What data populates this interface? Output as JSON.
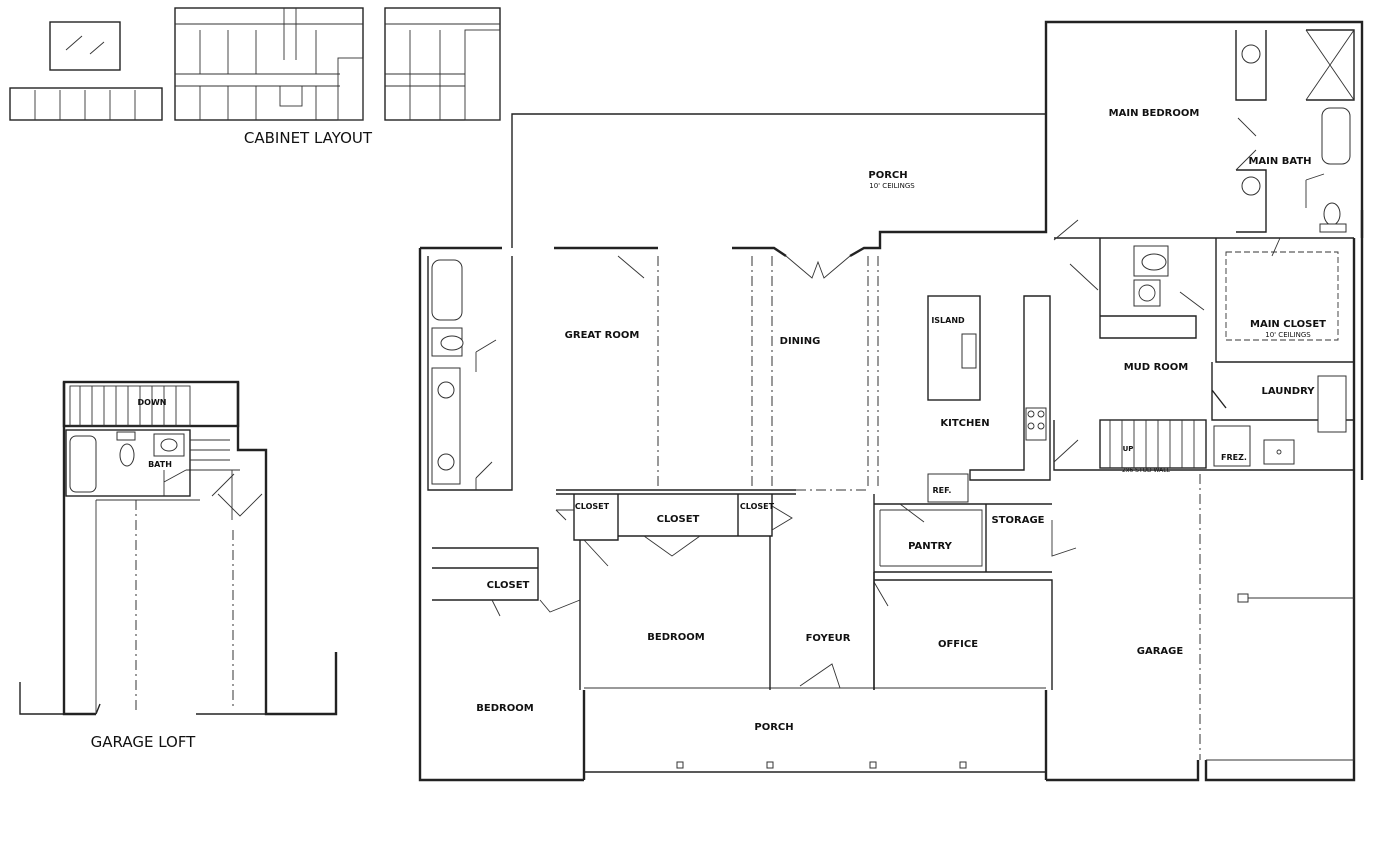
{
  "titles": {
    "cabinet_layout": "CABINET LAYOUT",
    "garage_loft": "GARAGE LOFT"
  },
  "loft": {
    "down": "DOWN",
    "bath": "BATH"
  },
  "rooms": {
    "porch_rear": "PORCH",
    "porch_rear_note": "10' CEILINGS",
    "main_bedroom": "MAIN BEDROOM",
    "main_bath": "MAIN BATH",
    "main_closet": "MAIN CLOSET",
    "main_closet_note": "10' CEILINGS",
    "great_room": "GREAT ROOM",
    "dining": "DINING",
    "island": "ISLAND",
    "kitchen": "KITCHEN",
    "ref": "REF.",
    "mud_room": "MUD ROOM",
    "laundry": "LAUNDRY",
    "up": "UP",
    "frez": "FREZ.",
    "stud_wall": "2x6 STUD WALL",
    "closet_left": "CLOSET",
    "closet_center": "CLOSET",
    "closet_right": "CLOSET",
    "closet_west": "CLOSET",
    "pantry": "PANTRY",
    "storage": "STORAGE",
    "bedroom_center": "BEDROOM",
    "bedroom_west": "BEDROOM",
    "foyeur": "FOYEUR",
    "office": "OFFICE",
    "garage": "GARAGE",
    "porch_front": "PORCH"
  }
}
